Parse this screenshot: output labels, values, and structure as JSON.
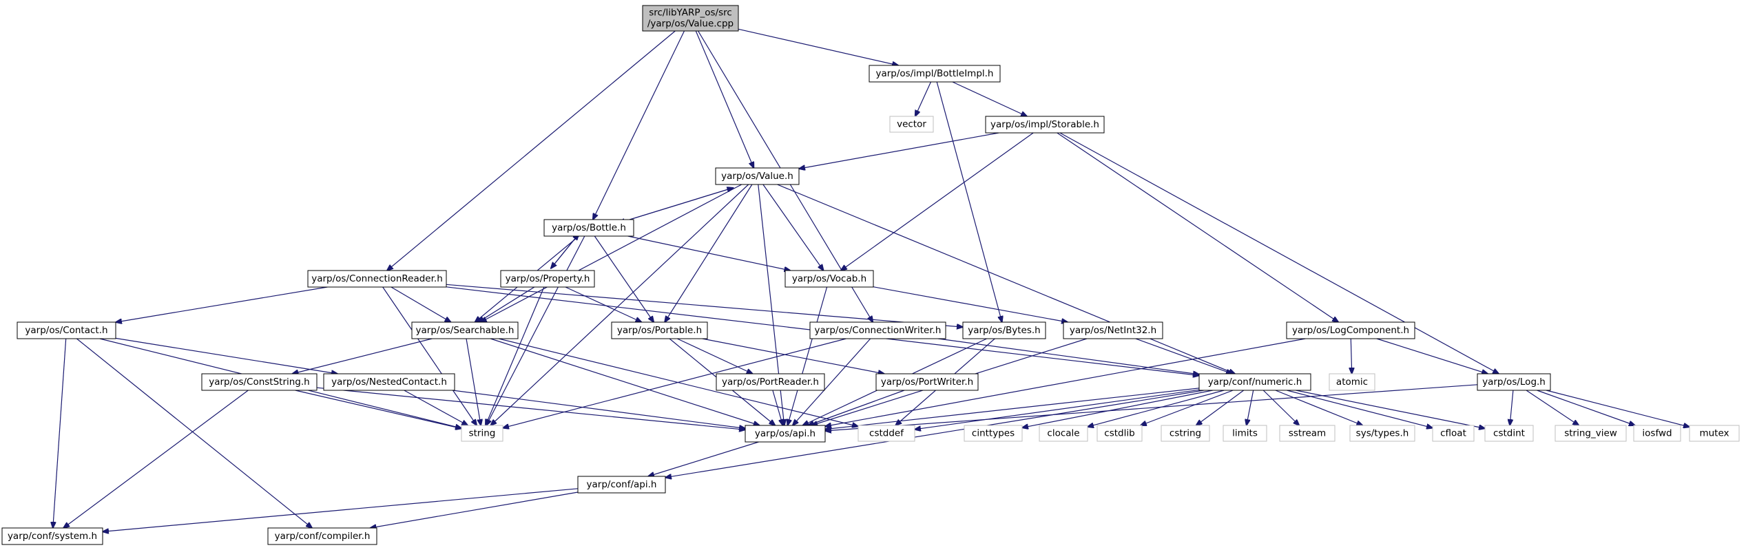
{
  "colors": {
    "edge": "#191970",
    "node_border": "#000000",
    "external_border": "#bfbfbf",
    "root_fill": "#bfbfbf",
    "text": "#000000"
  },
  "nodes": [
    {
      "id": "root",
      "lines": [
        "src/libYARP_os/src",
        "/yarp/os/Value.cpp"
      ],
      "kind": "root"
    },
    {
      "id": "bottleimpl",
      "lines": [
        "yarp/os/impl/BottleImpl.h"
      ],
      "kind": "header"
    },
    {
      "id": "vector",
      "lines": [
        "vector"
      ],
      "kind": "external"
    },
    {
      "id": "storable",
      "lines": [
        "yarp/os/impl/Storable.h"
      ],
      "kind": "header"
    },
    {
      "id": "value",
      "lines": [
        "yarp/os/Value.h"
      ],
      "kind": "header"
    },
    {
      "id": "bottle",
      "lines": [
        "yarp/os/Bottle.h"
      ],
      "kind": "header"
    },
    {
      "id": "connreader",
      "lines": [
        "yarp/os/ConnectionReader.h"
      ],
      "kind": "header"
    },
    {
      "id": "property",
      "lines": [
        "yarp/os/Property.h"
      ],
      "kind": "header"
    },
    {
      "id": "vocab",
      "lines": [
        "yarp/os/Vocab.h"
      ],
      "kind": "header"
    },
    {
      "id": "contact",
      "lines": [
        "yarp/os/Contact.h"
      ],
      "kind": "header"
    },
    {
      "id": "searchable",
      "lines": [
        "yarp/os/Searchable.h"
      ],
      "kind": "header"
    },
    {
      "id": "portable",
      "lines": [
        "yarp/os/Portable.h"
      ],
      "kind": "header"
    },
    {
      "id": "connwriter",
      "lines": [
        "yarp/os/ConnectionWriter.h"
      ],
      "kind": "header"
    },
    {
      "id": "bytes",
      "lines": [
        "yarp/os/Bytes.h"
      ],
      "kind": "header"
    },
    {
      "id": "netint32",
      "lines": [
        "yarp/os/NetInt32.h"
      ],
      "kind": "header"
    },
    {
      "id": "logcomponent",
      "lines": [
        "yarp/os/LogComponent.h"
      ],
      "kind": "header"
    },
    {
      "id": "conststring",
      "lines": [
        "yarp/os/ConstString.h"
      ],
      "kind": "header"
    },
    {
      "id": "nestedcontact",
      "lines": [
        "yarp/os/NestedContact.h"
      ],
      "kind": "header"
    },
    {
      "id": "portreader",
      "lines": [
        "yarp/os/PortReader.h"
      ],
      "kind": "header"
    },
    {
      "id": "portwriter",
      "lines": [
        "yarp/os/PortWriter.h"
      ],
      "kind": "header"
    },
    {
      "id": "numeric",
      "lines": [
        "yarp/conf/numeric.h"
      ],
      "kind": "header"
    },
    {
      "id": "atomic",
      "lines": [
        "atomic"
      ],
      "kind": "external"
    },
    {
      "id": "log",
      "lines": [
        "yarp/os/Log.h"
      ],
      "kind": "header"
    },
    {
      "id": "string",
      "lines": [
        "string"
      ],
      "kind": "external"
    },
    {
      "id": "osapi",
      "lines": [
        "yarp/os/api.h"
      ],
      "kind": "header"
    },
    {
      "id": "cstddef",
      "lines": [
        "cstddef"
      ],
      "kind": "external"
    },
    {
      "id": "cinttypes",
      "lines": [
        "cinttypes"
      ],
      "kind": "external"
    },
    {
      "id": "clocale",
      "lines": [
        "clocale"
      ],
      "kind": "external"
    },
    {
      "id": "cstdlib",
      "lines": [
        "cstdlib"
      ],
      "kind": "external"
    },
    {
      "id": "cstring",
      "lines": [
        "cstring"
      ],
      "kind": "external"
    },
    {
      "id": "limits",
      "lines": [
        "limits"
      ],
      "kind": "external"
    },
    {
      "id": "sstream",
      "lines": [
        "sstream"
      ],
      "kind": "external"
    },
    {
      "id": "systypes",
      "lines": [
        "sys/types.h"
      ],
      "kind": "external"
    },
    {
      "id": "cfloat",
      "lines": [
        "cfloat"
      ],
      "kind": "external"
    },
    {
      "id": "cstdint",
      "lines": [
        "cstdint"
      ],
      "kind": "external"
    },
    {
      "id": "string_view",
      "lines": [
        "string_view"
      ],
      "kind": "external"
    },
    {
      "id": "iosfwd",
      "lines": [
        "iosfwd"
      ],
      "kind": "external"
    },
    {
      "id": "mutex",
      "lines": [
        "mutex"
      ],
      "kind": "external"
    },
    {
      "id": "confapi",
      "lines": [
        "yarp/conf/api.h"
      ],
      "kind": "header"
    },
    {
      "id": "system",
      "lines": [
        "yarp/conf/system.h"
      ],
      "kind": "header"
    },
    {
      "id": "compiler",
      "lines": [
        "yarp/conf/compiler.h"
      ],
      "kind": "header"
    }
  ],
  "edges": [
    [
      "root",
      "bottleimpl"
    ],
    [
      "root",
      "value"
    ],
    [
      "root",
      "bottle"
    ],
    [
      "root",
      "connreader"
    ],
    [
      "root",
      "connwriter"
    ],
    [
      "bottleimpl",
      "vector"
    ],
    [
      "bottleimpl",
      "storable"
    ],
    [
      "bottleimpl",
      "bytes"
    ],
    [
      "storable",
      "value"
    ],
    [
      "storable",
      "vocab"
    ],
    [
      "storable",
      "logcomponent"
    ],
    [
      "storable",
      "log"
    ],
    [
      "value",
      "bottle"
    ],
    [
      "value",
      "vocab"
    ],
    [
      "value",
      "searchable"
    ],
    [
      "value",
      "portable"
    ],
    [
      "value",
      "string"
    ],
    [
      "value",
      "osapi"
    ],
    [
      "value",
      "numeric"
    ],
    [
      "bottle",
      "value"
    ],
    [
      "bottle",
      "property"
    ],
    [
      "bottle",
      "searchable"
    ],
    [
      "bottle",
      "portable"
    ],
    [
      "bottle",
      "vocab"
    ],
    [
      "bottle",
      "string"
    ],
    [
      "property",
      "bottle"
    ],
    [
      "property",
      "searchable"
    ],
    [
      "property",
      "portable"
    ],
    [
      "property",
      "string"
    ],
    [
      "connreader",
      "contact"
    ],
    [
      "connreader",
      "searchable"
    ],
    [
      "connreader",
      "bytes"
    ],
    [
      "connreader",
      "numeric"
    ],
    [
      "connreader",
      "string"
    ],
    [
      "vocab",
      "netint32"
    ],
    [
      "vocab",
      "osapi"
    ],
    [
      "contact",
      "nestedcontact"
    ],
    [
      "contact",
      "string"
    ],
    [
      "contact",
      "system"
    ],
    [
      "contact",
      "compiler"
    ],
    [
      "searchable",
      "conststring"
    ],
    [
      "searchable",
      "string"
    ],
    [
      "searchable",
      "osapi"
    ],
    [
      "searchable",
      "cstddef"
    ],
    [
      "portable",
      "portreader"
    ],
    [
      "portable",
      "portwriter"
    ],
    [
      "portable",
      "osapi"
    ],
    [
      "connwriter",
      "numeric"
    ],
    [
      "connwriter",
      "string"
    ],
    [
      "connwriter",
      "osapi"
    ],
    [
      "bytes",
      "osapi"
    ],
    [
      "bytes",
      "cstddef"
    ],
    [
      "netint32",
      "numeric"
    ],
    [
      "netint32",
      "osapi"
    ],
    [
      "logcomponent",
      "atomic"
    ],
    [
      "logcomponent",
      "log"
    ],
    [
      "logcomponent",
      "osapi"
    ],
    [
      "conststring",
      "string"
    ],
    [
      "conststring",
      "osapi"
    ],
    [
      "conststring",
      "system"
    ],
    [
      "nestedcontact",
      "string"
    ],
    [
      "nestedcontact",
      "osapi"
    ],
    [
      "portreader",
      "osapi"
    ],
    [
      "portwriter",
      "osapi"
    ],
    [
      "numeric",
      "osapi"
    ],
    [
      "numeric",
      "cstddef"
    ],
    [
      "numeric",
      "cinttypes"
    ],
    [
      "numeric",
      "clocale"
    ],
    [
      "numeric",
      "cstdlib"
    ],
    [
      "numeric",
      "cstring"
    ],
    [
      "numeric",
      "limits"
    ],
    [
      "numeric",
      "sstream"
    ],
    [
      "numeric",
      "systypes"
    ],
    [
      "numeric",
      "cfloat"
    ],
    [
      "numeric",
      "cstdint"
    ],
    [
      "numeric",
      "confapi"
    ],
    [
      "log",
      "osapi"
    ],
    [
      "log",
      "cstdint"
    ],
    [
      "log",
      "string_view"
    ],
    [
      "log",
      "iosfwd"
    ],
    [
      "log",
      "mutex"
    ],
    [
      "osapi",
      "confapi"
    ],
    [
      "confapi",
      "system"
    ],
    [
      "confapi",
      "compiler"
    ]
  ]
}
